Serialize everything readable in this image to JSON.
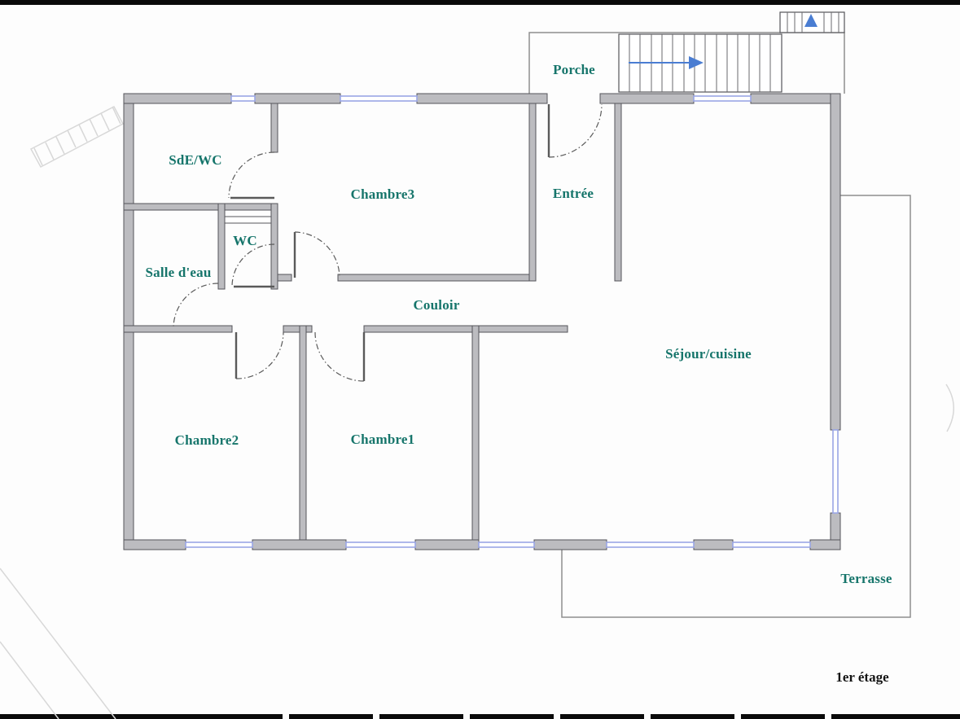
{
  "floor_plan": {
    "floor_label": "1er étage",
    "rooms": {
      "porche": "Porche",
      "sde_wc": "SdE/WC",
      "chambre3": "Chambre3",
      "entree": "Entrée",
      "wc": "WC",
      "salle_deau": "Salle d'eau",
      "couloir": "Couloir",
      "sejour_cuisine": "Séjour/cuisine",
      "chambre2": "Chambre2",
      "chambre1": "Chambre1",
      "terrasse": "Terrasse"
    },
    "colors": {
      "room_label": "#16756b",
      "floor_label": "#141414",
      "wall_fill": "#bcbcc0",
      "wall_stroke": "#55555a",
      "window": "#9aa6e6",
      "stair_arrow": "#4a7dd2",
      "thin_outline": "#8f8f8f"
    },
    "icons": {
      "stair_direction_main": "right-arrow",
      "stair_direction_upper": "up-arrow"
    }
  }
}
